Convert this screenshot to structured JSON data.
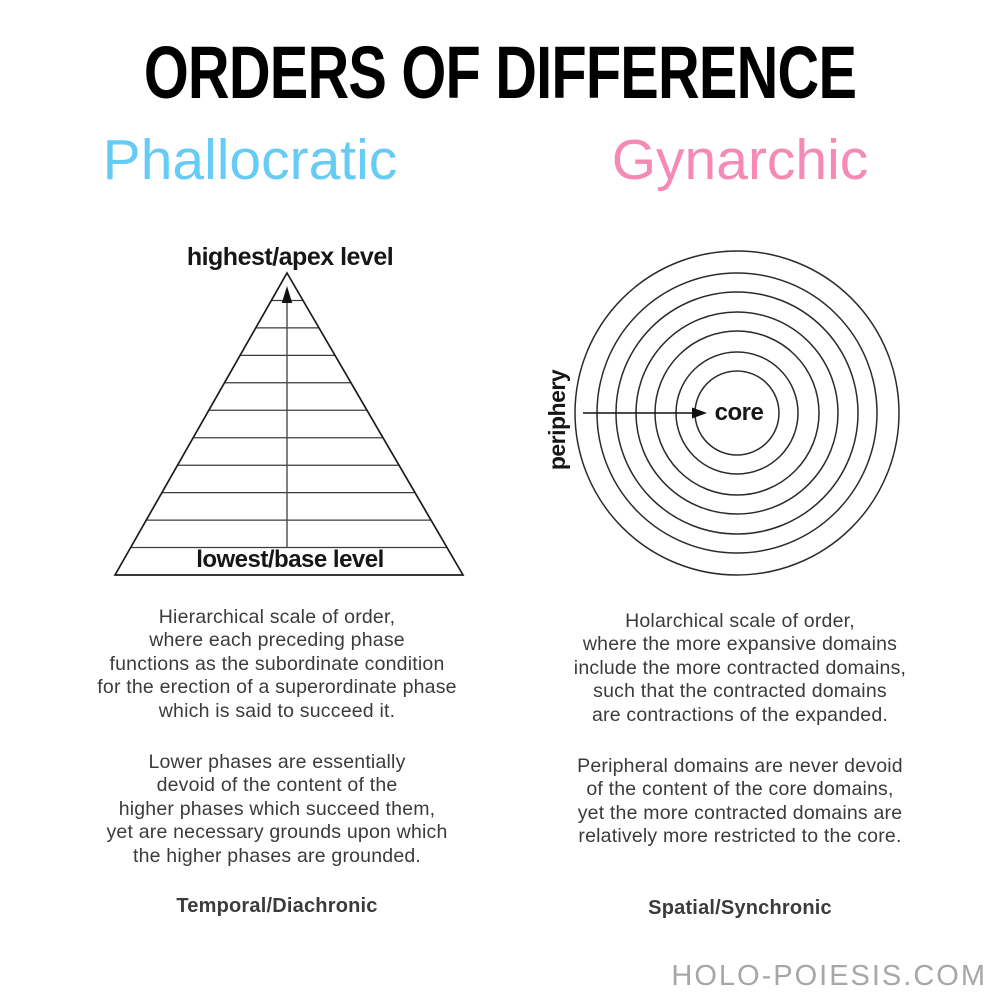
{
  "page": {
    "title": "ORDERS OF DIFFERENCE",
    "watermark": "HOLO-POIESIS.COM"
  },
  "colors": {
    "phallocratic_heading": "#66ccf5",
    "gynarchic_heading": "#f78ab5",
    "body_text": "#3b3b3b",
    "diagram_line": "#2b2b2b",
    "watermark": "#a7a7a7"
  },
  "left_column": {
    "heading": "Phallocratic",
    "diagram": {
      "type": "pyramid",
      "apex_label": "highest/apex level",
      "base_label": "lowest/base level",
      "bands": 11,
      "arrow_direction": "up"
    },
    "paragraphs": [
      "Hierarchical scale of order,\nwhere each preceding phase\nfunctions as the subordinate condition\nfor the erection of a superordinate phase\nwhich is said to succeed it.",
      "Lower phases are essentially\ndevoid of the content of the\nhigher phases which succeed them,\nyet are necessary grounds upon which\nthe higher phases are grounded."
    ],
    "footer_label": "Temporal/Diachronic"
  },
  "right_column": {
    "heading": "Gynarchic",
    "diagram": {
      "type": "concentric-circles",
      "outer_label": "periphery",
      "center_label": "core",
      "circle_radii": [
        162,
        140,
        121,
        101,
        82,
        61,
        42
      ],
      "arrow_direction": "inward"
    },
    "paragraphs": [
      "Holarchical scale of order,\nwhere the more expansive domains\ninclude the more contracted domains,\nsuch that the contracted domains\nare contractions of the expanded.",
      "Peripheral domains are never devoid\nof the content of the core domains,\nyet the more contracted domains are\nrelatively more restricted to the core."
    ],
    "footer_label": "Spatial/Synchronic"
  }
}
